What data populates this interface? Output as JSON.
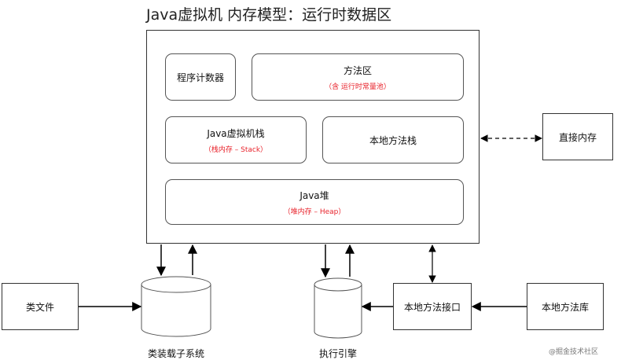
{
  "title": "Java虚拟机 内存模型：运行时数据区",
  "regions": {
    "pc_register": {
      "label": "程序计数器"
    },
    "method_area": {
      "label": "方法区",
      "sub": "（含 运行时常量池）"
    },
    "jvm_stack": {
      "label": "Java虚拟机栈",
      "sub": "（栈内存 – Stack）"
    },
    "native_stack": {
      "label": "本地方法栈"
    },
    "heap": {
      "label": "Java堆",
      "sub": "（堆内存 – Heap）"
    }
  },
  "direct_memory": "直接内存",
  "class_file": "类文件",
  "class_loader": "类装载子系统",
  "exec_engine": "执行引擎",
  "native_interface": "本地方法接口",
  "native_library": "本地方法库",
  "watermark": "@掘金技术社区"
}
